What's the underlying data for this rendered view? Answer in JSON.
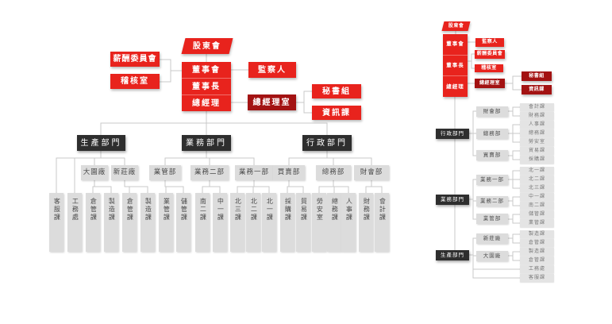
{
  "colors": {
    "bright_red": "#e8231d",
    "dark_red": "#a31212",
    "dark_box": "#2e2e2e",
    "gray_box": "#dcdcdc",
    "line": "#c9c9c9",
    "background": "#ffffff"
  },
  "labels": {
    "shareholders": "股東會",
    "board": "董事會",
    "chairman": "董事長",
    "general_manager": "總經理",
    "compensation_committee": "薪酬委員會",
    "audit_office": "稽核室",
    "supervisors": "監察人",
    "gm_office": "總經理室",
    "secretary_group": "秘書組",
    "it_section": "資訊課",
    "production_dept": "生產部門",
    "sales_dept": "業務部門",
    "admin_dept": "行政部門",
    "dayuan_plant": "大園廠",
    "xinzhuang_plant": "新莊廠",
    "sales_mgmt_dept": "業管部",
    "sales_dept_2": "業務二部",
    "sales_dept_1": "業務一部",
    "trading_dept": "買賣部",
    "general_affairs_dept": "總務部",
    "finance_dept": "財會部",
    "customer_service_sec": "客服課",
    "engineering_office": "工務處",
    "warehouse_sec": "倉管課",
    "manufacturing_sec": "製造課",
    "sales_mgmt_sec": "業管課",
    "storage_mgmt_sec": "儲管課",
    "south_2_sec": "南二課",
    "central_1_sec": "中一課",
    "north_3_sec": "北三課",
    "north_2_sec": "北二課",
    "north_1_sec": "北一課",
    "purchasing_sec": "採購課",
    "trade_sec": "貿易課",
    "labor_safety_office": "勞安室",
    "general_affairs_sec": "總務課",
    "hr_sec": "人事課",
    "finance_sec": "財務課",
    "accounting_sec": "會計課"
  }
}
